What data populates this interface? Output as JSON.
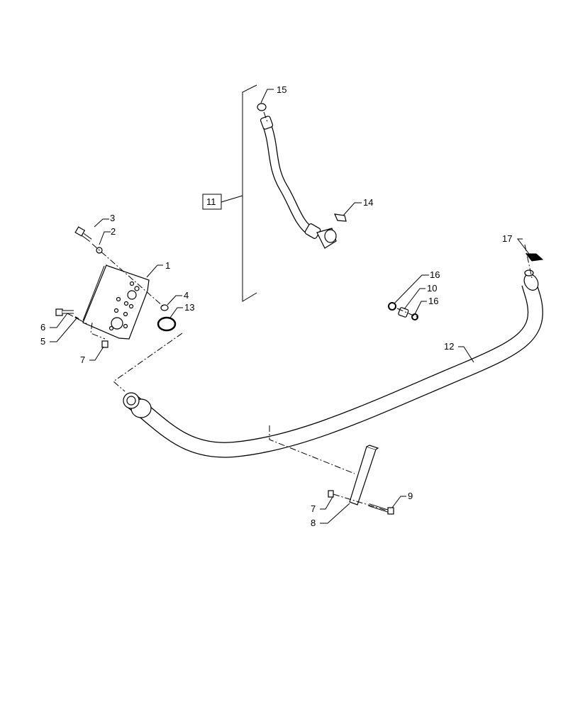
{
  "diagram": {
    "callouts": {
      "c1": "1",
      "c2": "2",
      "c3": "3",
      "c4": "4",
      "c5": "5",
      "c6": "6",
      "c7a": "7",
      "c7b": "7",
      "c8": "8",
      "c9": "9",
      "c10": "10",
      "c11": "11",
      "c12": "12",
      "c13": "13",
      "c14": "14",
      "c15": "15",
      "c16a": "16",
      "c16b": "16",
      "c17": "17"
    }
  }
}
